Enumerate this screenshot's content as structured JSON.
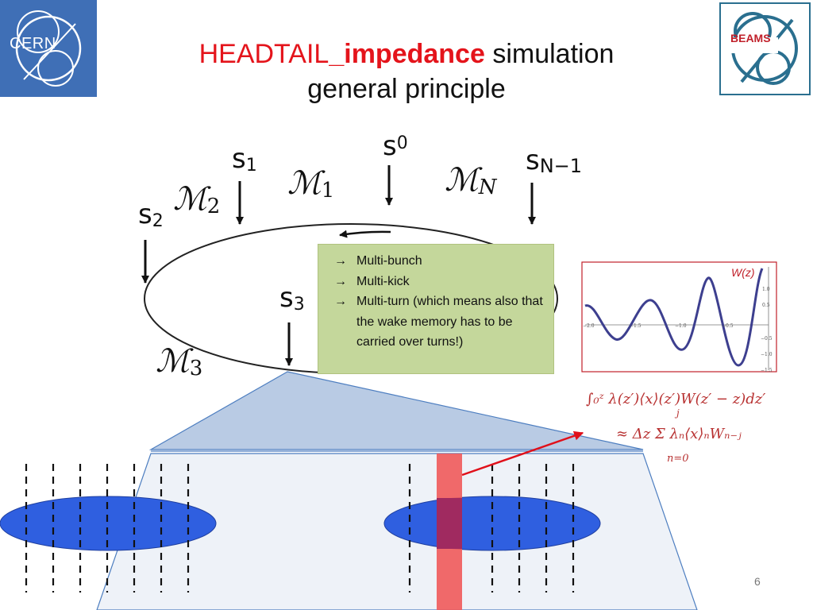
{
  "logos": {
    "cern": "CERN",
    "beams": "BEAMS"
  },
  "title": {
    "part1": "HEADTAIL",
    "part2": "_impedance",
    "part3": " simulation",
    "line2": "general principle"
  },
  "ring_labels": {
    "s0": "s",
    "s0_sub": "0",
    "s1": "s",
    "s1_sub": "1",
    "s2": "s",
    "s2_sub": "2",
    "s3": "s",
    "s3_sub": "3",
    "sN": "s",
    "sN_sub": "N−1",
    "m1": "ℳ",
    "m1_sub": "1",
    "m2": "ℳ",
    "m2_sub": "2",
    "m3": "ℳ",
    "m3_sub": "3",
    "mN": "ℳ",
    "mN_sub": "N"
  },
  "info_box": {
    "items": [
      "Multi-bunch",
      "Multi-kick",
      "Multi-turn (which means also that the wake memory has to be carried over turns!)"
    ],
    "arrow": "→"
  },
  "wake_plot": {
    "label": "W(z)",
    "x_ticks": [
      "−2.0",
      "−1.5",
      "−1.0",
      "−0.5"
    ],
    "y_ticks": [
      "1.0",
      "0.5",
      "−0.5",
      "−1.0",
      "−1.5"
    ],
    "line_color": "#3d3f8f",
    "frame_color": "#c0202a"
  },
  "formula": {
    "line1": "∫₀ᶻ λ(z′)⟨x⟩(z′)W(z′ − z)dz′",
    "line2": "≈ Δz Σ λₙ⟨x⟩ₙWₙ₋ⱼ",
    "sum_upper": "j",
    "sum_lower": "n=0"
  },
  "colors": {
    "bunch": "#2f5fe0",
    "slice": "#f05a5a",
    "zoom_fill": "#b9cbe4",
    "formula": "#b83232",
    "arrow": "#e0101a",
    "title_red": "#e4141b",
    "box_fill": "#c4d79b"
  },
  "page_number": "6"
}
